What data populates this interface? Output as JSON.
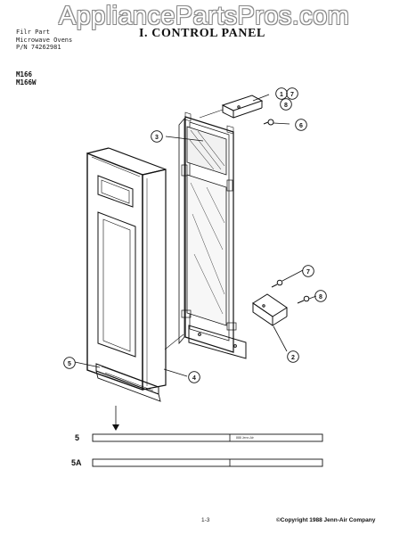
{
  "watermark": "AppliancePartsPros.com",
  "header": {
    "meta_lines": [
      "Filr Part",
      "Microwave Ovens",
      "P/N 74262981"
    ],
    "title": "I. CONTROL PANEL",
    "models": [
      "M166",
      "M166W"
    ]
  },
  "callouts": [
    "1",
    "7",
    "8",
    "6",
    "3",
    "7",
    "8",
    "2",
    "5",
    "4"
  ],
  "parts_rows": [
    {
      "label": "5",
      "part_text": "888 Jenn-Air"
    },
    {
      "label": "5A",
      "part_text": ""
    }
  ],
  "footer": {
    "page": "1-3",
    "copyright": "©Copyright 1988 Jenn-Air Company"
  }
}
